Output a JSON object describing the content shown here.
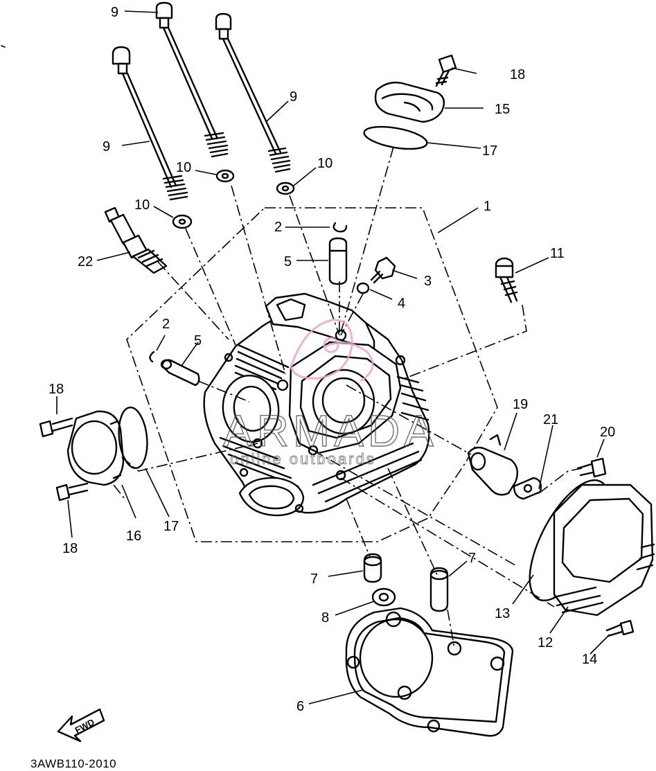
{
  "callouts": [
    {
      "id": "c9a",
      "label": "9"
    },
    {
      "id": "c9b",
      "label": "9"
    },
    {
      "id": "c9c",
      "label": "9"
    },
    {
      "id": "c18a",
      "label": "18"
    },
    {
      "id": "c15",
      "label": "15"
    },
    {
      "id": "c17a",
      "label": "17"
    },
    {
      "id": "c10a",
      "label": "10"
    },
    {
      "id": "c10b",
      "label": "10"
    },
    {
      "id": "c10c",
      "label": "10"
    },
    {
      "id": "c1",
      "label": "1"
    },
    {
      "id": "c2a",
      "label": "2"
    },
    {
      "id": "c5a",
      "label": "5"
    },
    {
      "id": "c22",
      "label": "22"
    },
    {
      "id": "c3",
      "label": "3"
    },
    {
      "id": "c11",
      "label": "11"
    },
    {
      "id": "c4",
      "label": "4"
    },
    {
      "id": "c2b",
      "label": "2"
    },
    {
      "id": "c5b",
      "label": "5"
    },
    {
      "id": "c18b",
      "label": "18"
    },
    {
      "id": "c19",
      "label": "19"
    },
    {
      "id": "c21",
      "label": "21"
    },
    {
      "id": "c20",
      "label": "20"
    },
    {
      "id": "c16",
      "label": "16"
    },
    {
      "id": "c17b",
      "label": "17"
    },
    {
      "id": "c18c",
      "label": "18"
    },
    {
      "id": "c7a",
      "label": "7"
    },
    {
      "id": "c7b",
      "label": "7"
    },
    {
      "id": "c13",
      "label": "13"
    },
    {
      "id": "c8",
      "label": "8"
    },
    {
      "id": "c12",
      "label": "12"
    },
    {
      "id": "c14",
      "label": "14"
    },
    {
      "id": "c6",
      "label": "6"
    }
  ],
  "watermark": {
    "main": "ARMADA",
    "sub": "online outboards",
    "accent": "#e8a6c8"
  },
  "fwd_label": "FWD",
  "diagram_code": "3AWB110-2010"
}
